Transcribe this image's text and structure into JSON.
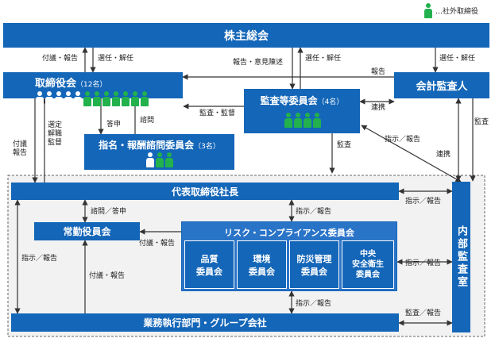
{
  "legend": {
    "label": "…社外取締役",
    "color": "#22b14c"
  },
  "boxes": {
    "shareholders": "株主総会",
    "board": "取締役会",
    "board_count": "（12名）",
    "audit_committee": "監査等委員会",
    "audit_committee_count": "（4名）",
    "auditor": "会計監査人",
    "nomination": "指名・報酬諮問委員会",
    "nomination_count": "（3名）",
    "president": "代表取締役社長",
    "executive_committee": "常勤役員会",
    "risk_committee": "リスク・コンプライアンス委員会",
    "quality": "品質\n委員会",
    "environment": "環境\n委員会",
    "disaster": "防災管理\n委員会",
    "safety": "中央\n安全衛生\n委員会",
    "operations": "業務執行部門・グループ会社",
    "internal_audit": "内部監査室"
  },
  "figures": {
    "board": {
      "inside": 5,
      "outside": 7
    },
    "audit": {
      "inside": 0,
      "outside": 4
    },
    "nomination": {
      "inside": 1,
      "outside": 2
    }
  },
  "labels": {
    "report1": "付議・報告",
    "elect1": "選任・解任",
    "report_opinion": "報告・意見陳述",
    "elect2": "選任・解任",
    "elect3": "選任・解任",
    "report_auditor": "報告",
    "audit_supervise": "監査・監督",
    "cooperate1": "連携",
    "answer": "答申",
    "consult": "諮問",
    "select": "選定\n解職\n監督",
    "report_vertical": "付議\n報告",
    "audit_label": "監査",
    "instruct_report_a": "指示／報告",
    "audit_right": "監査",
    "cooperate2": "連携",
    "instruct_report_b": "指示／報告",
    "consult_answer": "諮問／答申",
    "instruct_report_c": "指示／報告",
    "report_exec": "付議・報告",
    "instruct_report_d": "指示／報告",
    "instruct_report_e": "指示／報告",
    "report_left": "付議・報告",
    "instruct_report_f": "指示／報告",
    "audit_report": "監査／報告"
  }
}
